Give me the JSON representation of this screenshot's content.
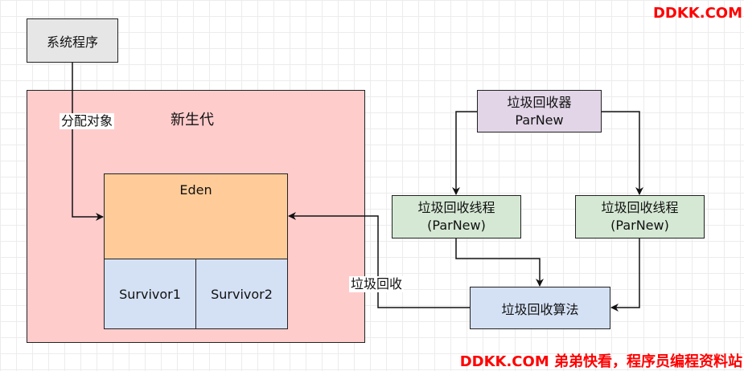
{
  "watermark_top": "DDKK.COM",
  "watermark_bottom": "DDKK.COM 弟弟快看，程序员编程资料站",
  "system_program": "系统程序",
  "young_gen": "新生代",
  "allocate_label": "分配对象",
  "eden": "Eden",
  "survivor1": "Survivor1",
  "survivor2": "Survivor2",
  "collector": {
    "line1": "垃圾回收器",
    "line2": "ParNew"
  },
  "thread_left": {
    "line1": "垃圾回收线程",
    "line2": "(ParNew)"
  },
  "thread_right": {
    "line1": "垃圾回收线程",
    "line2": "(ParNew)"
  },
  "algorithm": "垃圾回收算法",
  "gc_label": "垃圾回收",
  "colors": {
    "system_fill": "#e6e6e6",
    "young_fill": "#ffcccc",
    "young_border": "#333333",
    "eden_fill": "#ffcc99",
    "survivor_fill": "#d4e1f5",
    "collector_fill": "#e1d5e7",
    "thread_fill": "#d5e8d4",
    "algorithm_fill": "#d4e1f5"
  }
}
